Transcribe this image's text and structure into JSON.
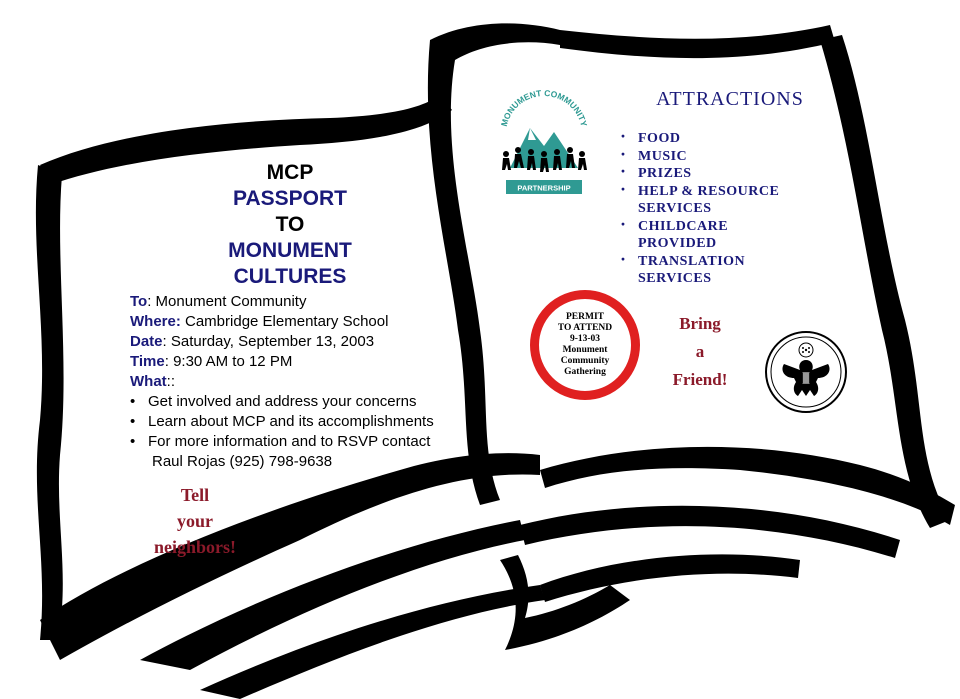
{
  "title": {
    "line1": "MCP",
    "line2": "PASSPORT",
    "line3": "TO",
    "line4": "MONUMENT",
    "line5": "CULTURES"
  },
  "details": {
    "to_label": "To",
    "to_value": ":  Monument Community",
    "where_label": "Where:",
    "where_value": " Cambridge Elementary School",
    "date_label": "Date",
    "date_value": ": Saturday, September 13, 2003",
    "time_label": "Time",
    "time_value": ": 9:30 AM to 12 PM",
    "what_label": "What",
    "what_value": "::",
    "bullets": [
      "Get involved and address your concerns",
      "Learn about MCP and its accomplishments",
      "For more information and to RSVP contact"
    ],
    "contact": "Raul Rojas (925) 798-9638"
  },
  "tell_neighbors": [
    "Tell",
    "your",
    "neighbors!"
  ],
  "attractions": {
    "title": "ATTRACTIONS",
    "items": [
      [
        "FOOD"
      ],
      [
        "MUSIC"
      ],
      [
        "PRIZES"
      ],
      [
        "HELP & RESOURCE",
        "SERVICES"
      ],
      [
        "CHILDCARE",
        "PROVIDED"
      ],
      [
        "TRANSLATION",
        "SERVICES"
      ]
    ]
  },
  "permit": [
    "PERMIT",
    "TO ATTEND",
    "9-13-03",
    "Monument",
    "Community",
    "Gathering"
  ],
  "bring_friend": [
    "Bring",
    "a",
    "Friend!"
  ],
  "logo": {
    "arc_text": "MONUMENT COMMUNITY",
    "banner_text": "PARTNERSHIP"
  },
  "colors": {
    "navy": "#1a1a7a",
    "maroon": "#8b1a2a",
    "red": "#e02020",
    "teal": "#2f9a93"
  }
}
